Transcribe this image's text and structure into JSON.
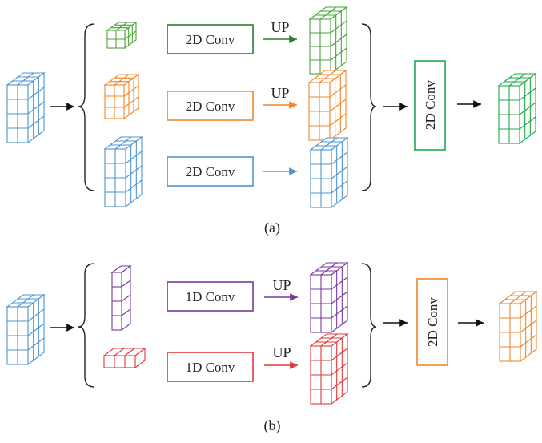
{
  "colors": {
    "green": "#4aa43a",
    "dark_green": "#2f7d2f",
    "bright_green": "#1faa4a",
    "orange": "#f0872c",
    "blue": "#4f95d0",
    "purple": "#7a3a9a",
    "red": "#e23a3a",
    "arrow": "#111111"
  },
  "panel_a": {
    "caption": "(a)",
    "branches": [
      {
        "conv_label": "2D Conv",
        "up_label": "UP",
        "color": "green"
      },
      {
        "conv_label": "2D Conv",
        "up_label": "UP",
        "color": "orange"
      },
      {
        "conv_label": "2D Conv",
        "up_label": "",
        "color": "blue"
      }
    ],
    "fuse_label": "2D Conv"
  },
  "panel_b": {
    "caption": "(b)",
    "branches": [
      {
        "conv_label": "1D Conv",
        "up_label": "UP",
        "color": "purple"
      },
      {
        "conv_label": "1D Conv",
        "up_label": "UP",
        "color": "red"
      }
    ],
    "fuse_label": "2D Conv"
  }
}
